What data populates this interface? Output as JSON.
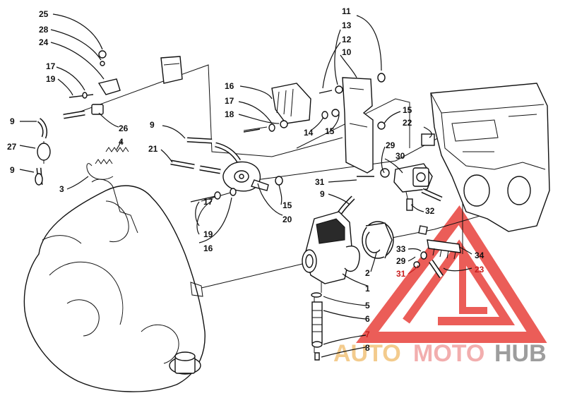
{
  "part_labels": [
    "1",
    "2",
    "3",
    "4",
    "5",
    "6",
    "7",
    "8",
    "9",
    "9",
    "9",
    "9",
    "10",
    "11",
    "12",
    "13",
    "14",
    "15",
    "15",
    "15",
    "16",
    "16",
    "17",
    "17",
    "17",
    "18",
    "19",
    "19",
    "20",
    "21",
    "22",
    "23",
    "24",
    "25",
    "26",
    "27",
    "28",
    "29",
    "29",
    "30",
    "31",
    "31",
    "32",
    "33",
    "34"
  ],
  "watermark": {
    "auto": "AUTO",
    "moto": "MOTO",
    "hub": "HUB",
    "colors": {
      "auto": "#f1c27a",
      "moto": "#f0a0a0",
      "hub": "#8c8c8c",
      "triangle": "#e8413c"
    }
  }
}
